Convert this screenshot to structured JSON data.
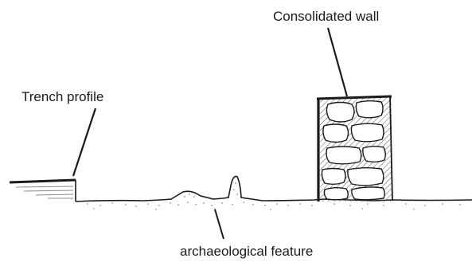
{
  "labels": {
    "consolidated_wall": "Consolidated wall",
    "trench_profile": "Trench profile",
    "archaeological_feature": "archaeological feature"
  },
  "colors": {
    "ink": "#1a1a1a",
    "stone_fill": "#ffffff",
    "hatch": "#555555",
    "soil_dots": "#777777"
  }
}
